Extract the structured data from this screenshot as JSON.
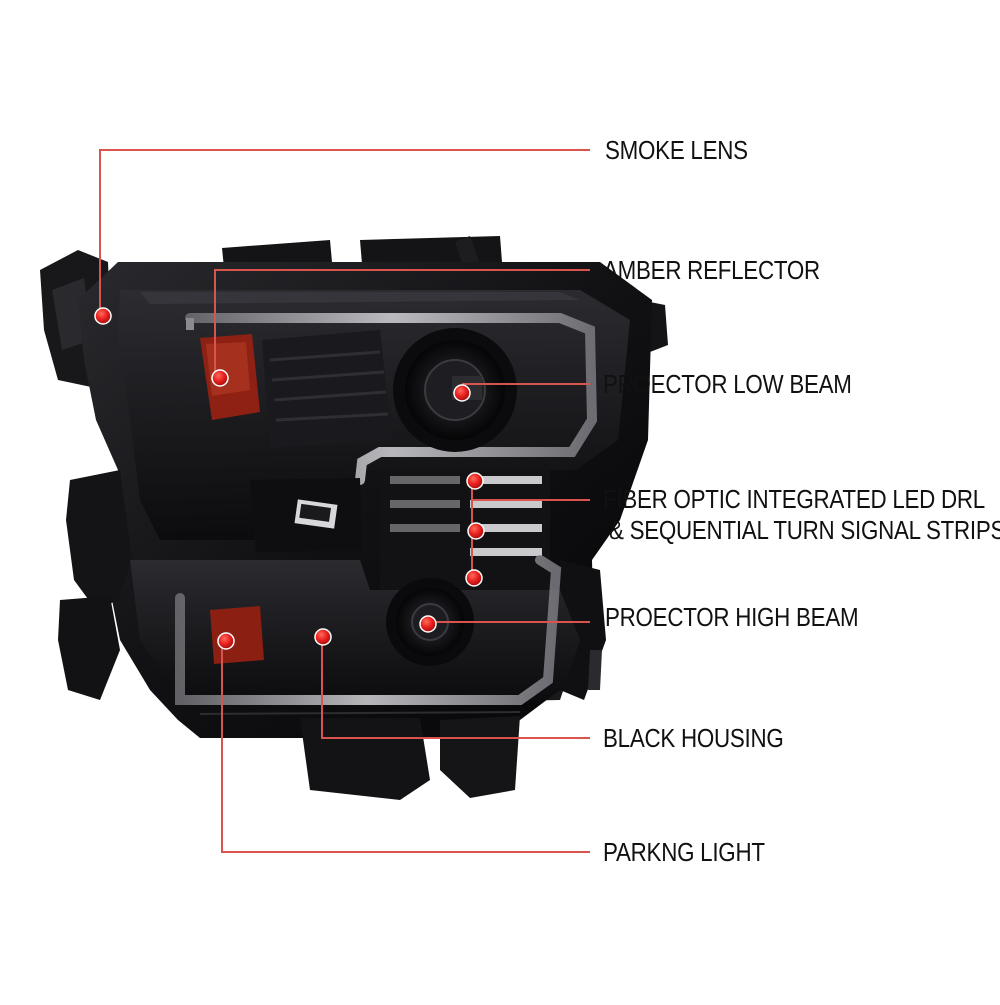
{
  "colors": {
    "leader": "#d9534f",
    "dot": "#e8201e",
    "housing": "#0c0c0e",
    "lens_smoke": "#1c1c20",
    "amber": "#9a2414",
    "drl_glow": "#c8c8cc"
  },
  "callouts": [
    {
      "id": "smoke-lens",
      "text": "SMOKE LENS"
    },
    {
      "id": "amber-reflector",
      "text": "AMBER REFLECTOR"
    },
    {
      "id": "projector-low-beam",
      "text": "PROECTOR LOW BEAM"
    },
    {
      "id": "drl-line1",
      "text": "FIBER OPTIC INTEGRATED LED DRL"
    },
    {
      "id": "drl-line2",
      "text": " & SEQUENTIAL TURN SIGNAL STRIPS"
    },
    {
      "id": "projector-high-beam",
      "text": "PROECTOR HIGH BEAM"
    },
    {
      "id": "black-housing",
      "text": "BLACK HOUSING"
    },
    {
      "id": "parking-light",
      "text": "PARKNG LIGHT"
    }
  ],
  "product": {
    "icon": "headlight-assembly"
  }
}
